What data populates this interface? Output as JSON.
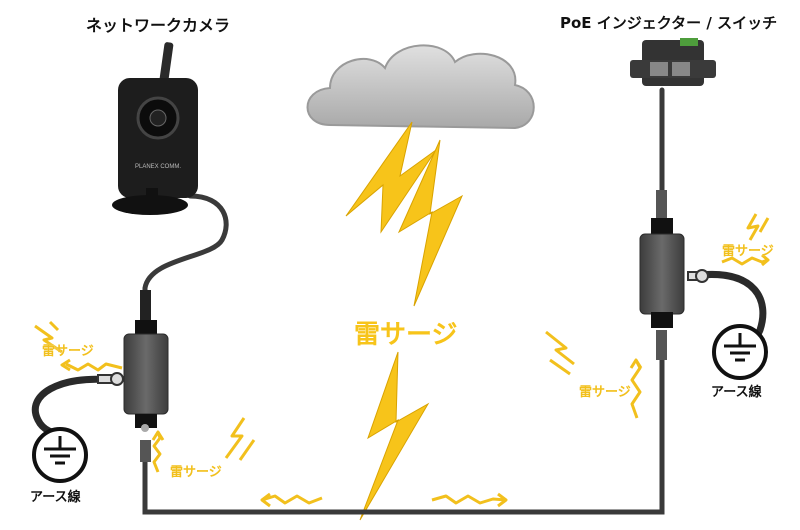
{
  "labels": {
    "camera": "ネットワークカメラ",
    "poe": "PoE インジェクター / スイッチ",
    "center_surge": "雷サージ",
    "surge": "雷サージ",
    "ground": "アース線"
  },
  "camera_brand": "PLANEX COMM.",
  "colors": {
    "surge": "#f2c01d",
    "cable": "#3a3a3a",
    "cloud": "#bdbdbd",
    "device": "#4b4b4b"
  },
  "icons": [
    "cloud-icon",
    "lightning-bolt-icon",
    "ground-symbol-icon",
    "surge-arrow-icon"
  ]
}
